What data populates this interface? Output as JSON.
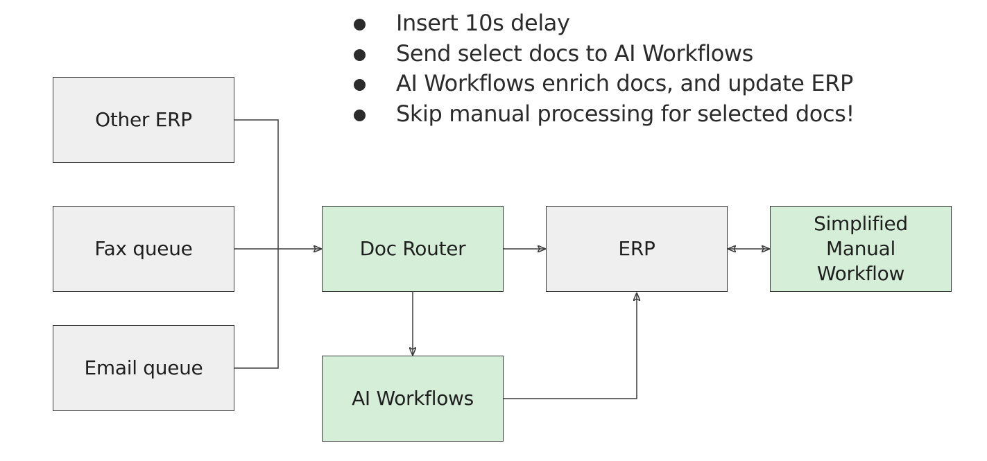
{
  "notes": {
    "items": [
      "Insert 10s delay",
      "Send select docs to AI Workflows",
      "AI Workflows enrich docs, and update ERP",
      "Skip manual processing for selected docs!"
    ]
  },
  "nodes": {
    "other_erp": "Other ERP",
    "fax_queue": "Fax queue",
    "email_queue": "Email queue",
    "doc_router": "Doc Router",
    "erp": "ERP",
    "ai_workflows": "AI Workflows",
    "simplified_manual_workflow": "Simplified Manual Workflow"
  },
  "colors": {
    "source_fill": "#efefef",
    "new_component_fill": "#d5eed8",
    "stroke": "#3a3a3a"
  }
}
